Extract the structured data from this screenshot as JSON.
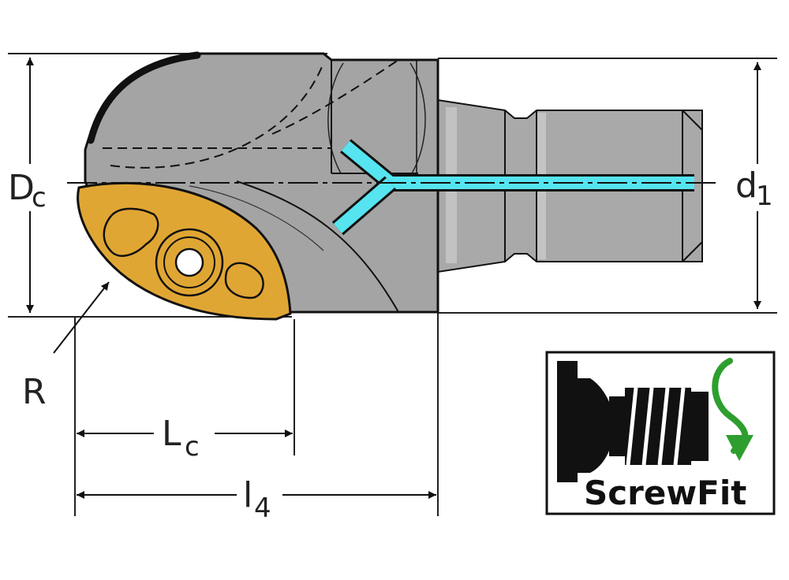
{
  "labels": {
    "dc_main": "D",
    "dc_sub": "c",
    "d1_main": "d",
    "d1_sub": "1",
    "r": "R",
    "lc_main": "L",
    "lc_sub": "c",
    "l4_main": "l",
    "l4_sub": "4"
  },
  "badge": {
    "text": "ScrewFit",
    "icon": "screw-fit-rotation-icon"
  },
  "colors": {
    "body": "#a4a4a4",
    "insert": "#e0a634",
    "coolant": "#55e4f0",
    "arrow": "#2e9e2e"
  }
}
